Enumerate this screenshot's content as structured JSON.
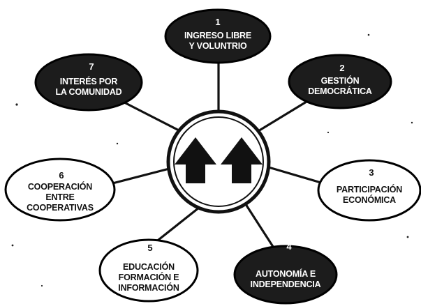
{
  "diagram": {
    "principles": [
      {
        "number": "1",
        "lines": [
          "INGRESO LIBRE",
          "Y VOLUNTRIO"
        ],
        "style": "dark"
      },
      {
        "number": "2",
        "lines": [
          "GESTIÓN",
          "DEMOCRÁTICA"
        ],
        "style": "dark"
      },
      {
        "number": "3",
        "lines": [
          "PARTICIPACIÓN",
          "ECONÓMICA"
        ],
        "style": "light"
      },
      {
        "number": "4",
        "lines": [
          "AUTONOMÍA E",
          "INDEPENDENCIA"
        ],
        "style": "dark"
      },
      {
        "number": "5",
        "lines": [
          "EDUCACIÓN",
          "FORMACIÓN E",
          "INFORMACIÓN"
        ],
        "style": "light"
      },
      {
        "number": "6",
        "lines": [
          "COOPERACIÓN",
          "ENTRE",
          "COOPERATIVAS"
        ],
        "style": "light"
      },
      {
        "number": "7",
        "lines": [
          "INTERÉS POR",
          "LA COMUNIDAD"
        ],
        "style": "dark"
      }
    ],
    "center": {
      "icon": "twin-up-arrows-icon"
    },
    "colors": {
      "dark_fill": "#1c1c1c",
      "light_fill": "#ffffff",
      "stroke": "#000000"
    }
  }
}
